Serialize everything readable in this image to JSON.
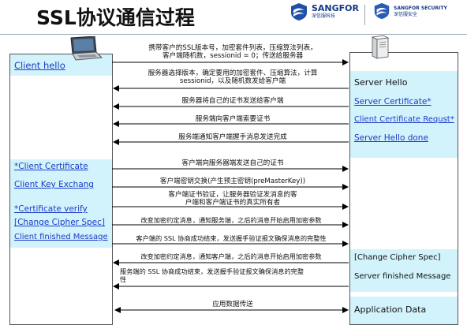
{
  "title": "SSL协议通信过程",
  "logos": {
    "primary_name": "SANGFOR",
    "primary_sub": "深信服科技",
    "security_name": "SANGFOR SECURITY",
    "security_sub": "深信服安全"
  },
  "client_labels": [
    "Client hello",
    "*Client Certificate",
    "Client Key Exchang",
    "*Certificate verify",
    "[Change Cipher Spec]",
    "Client finished Message"
  ],
  "server_labels": [
    "Server Hello",
    "Server Certificate*",
    "Client Certificate Requst*",
    "Server Hello done",
    "[Change Cipher Spec]",
    "Server finished Message",
    "Application Data"
  ],
  "messages": [
    {
      "lines": [
        "携带客户的SSL版本号，加密套件列表，压缩算法列表，",
        "客户端随机数，sessionid = 0；传送给服务器"
      ]
    },
    {
      "lines": [
        "服务器选择版本，确定要用的加密套件、压缩算法，计算",
        "sessionid，以及随机数发给客户端"
      ]
    },
    {
      "lines": [
        "服务器将自己的证书发送给客户端"
      ]
    },
    {
      "lines": [
        "服务端向客户端索要证书"
      ]
    },
    {
      "lines": [
        "服务端通知客户端握手消息发送完成"
      ]
    },
    {
      "lines": [
        "客户端向服务器端发送自己的证书"
      ]
    },
    {
      "lines": [
        "客户端密钥交换(产生预主密钥(preMasterKey))"
      ]
    },
    {
      "lines": [
        "客户端证书验证，让服务器验证发消息的客",
        "户端和客户端证书的真实所有者"
      ]
    },
    {
      "lines": [
        "改变加密约定消息，通知服务端，之后的消息开始启用加密参数"
      ]
    },
    {
      "lines": [
        "客户端的 SSL 协商成功结束，发送握手验证报文确保消息的完整性"
      ]
    },
    {
      "lines": [
        "改变加密约定消息，通知客户端，之后的消息开始启用加密参数"
      ]
    },
    {
      "lines": [
        "服务端的 SSL 协商成功结束，发送握手验证报文确保消息的完整",
        "性"
      ]
    },
    {
      "lines": [
        "应用数据传送"
      ]
    }
  ]
}
